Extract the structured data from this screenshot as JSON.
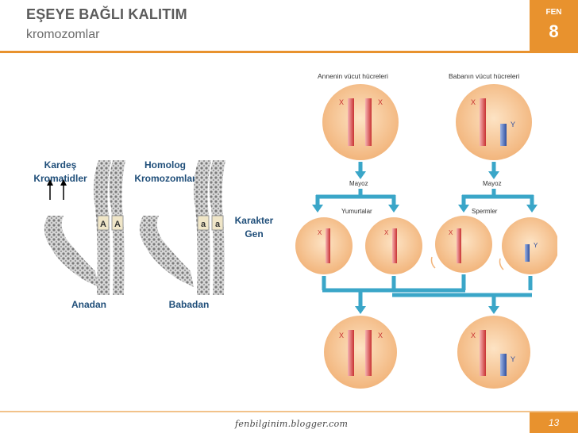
{
  "header": {
    "title": "EŞEYE BAĞLI KALITIM",
    "subtitle": "kromozomlar",
    "badge_label": "FEN",
    "badge_number": "8"
  },
  "chromosome_figure": {
    "labels": {
      "sister_chromatids": "Kardeş\nKromatidler",
      "homologous": "Homolog\nKromozomlar",
      "gene": "Karakter\nGen",
      "from_mother": "Anadan",
      "from_father": "Babadan"
    },
    "alleles": [
      "A",
      "A",
      "a",
      "a"
    ]
  },
  "inheritance_diagram": {
    "mother_cells": "Annenin vücut hücreleri",
    "father_cells": "Babanın vücut hücreleri",
    "meiosis_left": "Mayoz",
    "meiosis_right": "Mayoz",
    "eggs": "Yumurtalar",
    "sperm": "Spermler",
    "x": "X",
    "y": "Y"
  },
  "footer": {
    "source": "fenbilginim.blogger.com",
    "page": "13"
  },
  "colors": {
    "accent": "#e8922e",
    "label_blue": "#1f4e79",
    "arrow_teal": "#3aa6c8",
    "cell_fill": "#f6c99a",
    "x_red": "#d84a4a",
    "y_blue": "#3a5fb0"
  }
}
